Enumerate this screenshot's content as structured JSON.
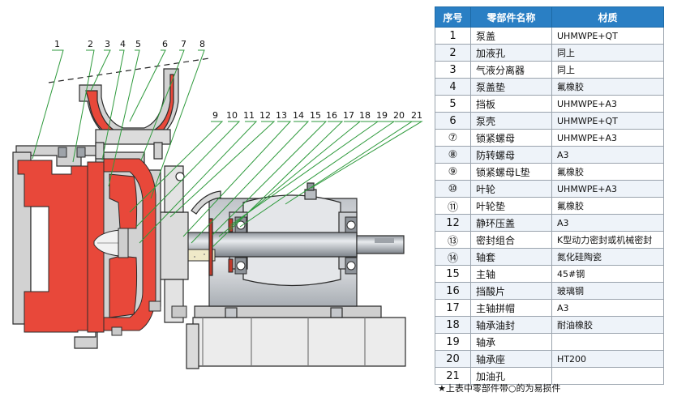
{
  "table": {
    "headers": [
      "序号",
      "零部件名称",
      "材质"
    ],
    "rows": [
      {
        "no": "1",
        "name": "泵盖",
        "material": "UHMWPE+QT"
      },
      {
        "no": "2",
        "name": "加液孔",
        "material": "同上"
      },
      {
        "no": "3",
        "name": "气液分离器",
        "material": "同上"
      },
      {
        "no": "4",
        "name": "泵盖垫",
        "material": "氟橡胶"
      },
      {
        "no": "5",
        "name": "挡板",
        "material": "UHMWPE+A3"
      },
      {
        "no": "6",
        "name": "泵壳",
        "material": "UHMWPE+QT"
      },
      {
        "no": "⑦",
        "name": "锁紧螺母",
        "material": "UHMWPE+A3"
      },
      {
        "no": "⑧",
        "name": "防转螺母",
        "material": "A3"
      },
      {
        "no": "⑨",
        "name": "锁紧螺母L垫",
        "material": "氟橡胶"
      },
      {
        "no": "⑩",
        "name": "叶轮",
        "material": "UHMWPE+A3"
      },
      {
        "no": "⑪",
        "name": "叶轮垫",
        "material": "氟橡胶"
      },
      {
        "no": "12",
        "name": "静环压盖",
        "material": "A3"
      },
      {
        "no": "⑬",
        "name": "密封组合",
        "material": "K型动力密封或机械密封"
      },
      {
        "no": "⑭",
        "name": "轴套",
        "material": "氮化硅陶瓷"
      },
      {
        "no": "15",
        "name": "主轴",
        "material": "45#钢"
      },
      {
        "no": "16",
        "name": "挡酸片",
        "material": "玻璃钢"
      },
      {
        "no": "17",
        "name": "主轴拼帽",
        "material": "A3"
      },
      {
        "no": "18",
        "name": "轴承油封",
        "material": "耐油橡胶"
      },
      {
        "no": "19",
        "name": "轴承",
        "material": ""
      },
      {
        "no": "20",
        "name": "轴承座",
        "material": "HT200"
      },
      {
        "no": "21",
        "name": "加油孔",
        "material": ""
      }
    ]
  },
  "note": "★上表中零部件带○的为易损件",
  "callouts_top_left": [
    "1",
    "2",
    "3",
    "4",
    "5",
    "6",
    "7",
    "8"
  ],
  "callouts_top_right": [
    "9",
    "10",
    "11",
    "12",
    "13",
    "14",
    "15",
    "16",
    "17",
    "18",
    "19",
    "20",
    "21"
  ],
  "colors": {
    "header_bg": "#2a7fc4",
    "lining_red": "#e8483a",
    "metal_gray": "#d2d2d2",
    "shaft_gray": "#b8bcc2",
    "leader_green": "#2e9a3c",
    "outline": "#2b2b2b"
  }
}
